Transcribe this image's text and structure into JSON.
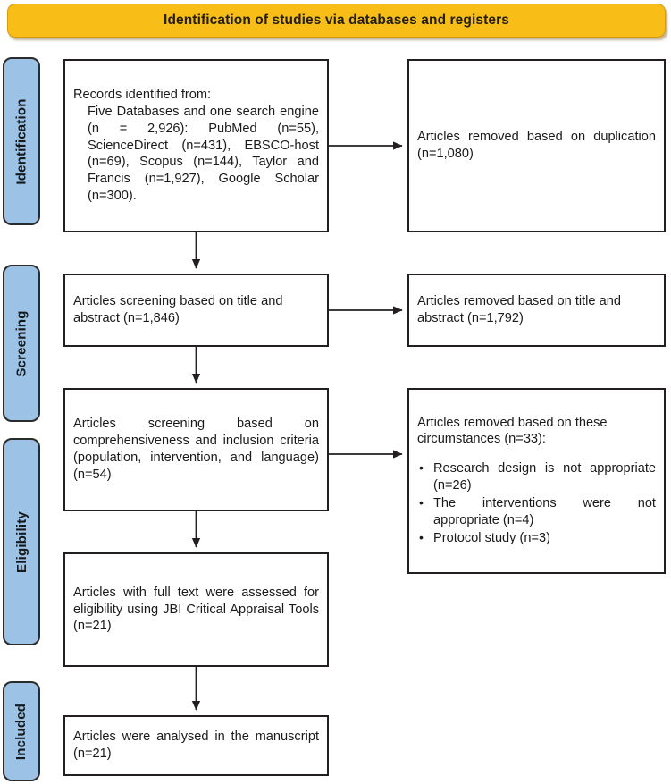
{
  "banner": {
    "title": "Identification of studies via databases and registers",
    "color": "#F8BE17"
  },
  "stages": {
    "identification": "Identification",
    "screening": "Screening",
    "eligibility": "Eligibility",
    "included": "Included",
    "color": "#9CC3E5"
  },
  "boxes": {
    "records_identified": {
      "head": "Records identified from:",
      "body": "Five Databases and one search engine (n = 2,926): PubMed (n=55), ScienceDirect (n=431), EBSCO-host (n=69), Scopus (n=144), Taylor and Francis (n=1,927), Google Scholar (n=300)."
    },
    "duplicates_removed": "Articles removed based on duplication (n=1,080)",
    "screening_title_abstract": "Articles screening based on title and abstract (n=1,846)",
    "removed_title_abstract": "Articles removed based on title and abstract (n=1,792)",
    "screening_comprehensiveness": "Articles screening based on comprehensiveness and inclusion criteria (population, intervention, and language) (n=54)",
    "removed_circumstances": {
      "head": "Articles removed based on these circumstances (n=33):",
      "bullets": [
        "Research design is not appropriate (n=26)",
        "The interventions were not appropriate (n=4)",
        "Protocol study (n=3)"
      ]
    },
    "full_text_assessed": "Articles with full text were assessed for eligibility using JBI Critical Appraisal Tools (n=21)",
    "analysed": "Articles were analysed in the manuscript (n=21)"
  }
}
